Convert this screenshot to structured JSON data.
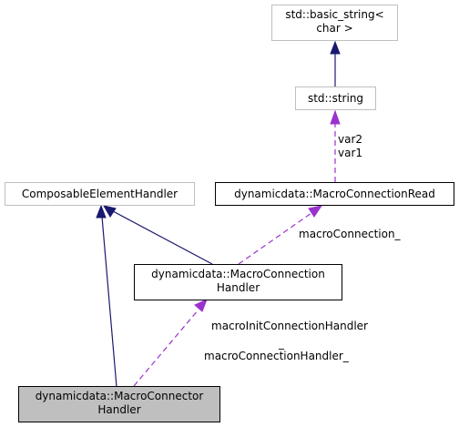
{
  "nodes": {
    "basic_string": {
      "line1": "std::basic_string<",
      "line2": "char >"
    },
    "string": {
      "label": "std::string"
    },
    "composable": {
      "label": "ComposableElementHandler"
    },
    "macro_read": {
      "label": "dynamicdata::MacroConnectionRead"
    },
    "macro_handler": {
      "line1": "dynamicdata::MacroConnection",
      "line2": "Handler"
    },
    "connector_handler": {
      "line1": "dynamicdata::MacroConnector",
      "line2": "Handler"
    }
  },
  "edges": {
    "string_to_read": {
      "line1": "var2",
      "line2": "var1"
    },
    "read_to_handler": {
      "label": "macroConnection_"
    },
    "handler_to_connector": {
      "line1": "macroInitConnectionHandler",
      "line2": "_",
      "line3": "macroConnectionHandler_"
    }
  },
  "colors": {
    "inheritance": "#191970",
    "usage": "#9a32cd",
    "focus_fill": "#bfbfbf",
    "gray_border": "#bfbfbf"
  }
}
